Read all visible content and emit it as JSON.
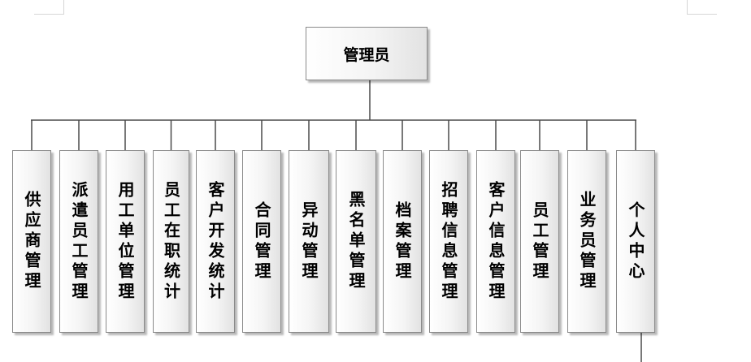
{
  "root": {
    "label": "管理员"
  },
  "children": [
    {
      "label": "供应商管理"
    },
    {
      "label": "派遣员工管理"
    },
    {
      "label": "用工单位管理"
    },
    {
      "label": "员工在职统计"
    },
    {
      "label": "客户开发统计"
    },
    {
      "label": "合同管理"
    },
    {
      "label": "异动管理"
    },
    {
      "label": "黑名单管理"
    },
    {
      "label": "档案管理"
    },
    {
      "label": "招聘信息管理"
    },
    {
      "label": "客户信息管理"
    },
    {
      "label": "员工管理"
    },
    {
      "label": "业务员管理"
    },
    {
      "label": "个人中心"
    }
  ]
}
